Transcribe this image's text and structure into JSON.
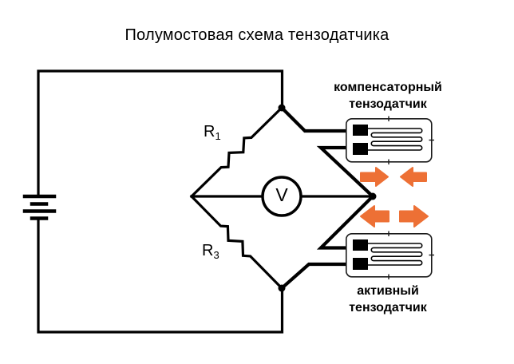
{
  "title": "Полумостовая схема тензодатчика",
  "colors": {
    "line": "#000000",
    "arrow": "#ED7035",
    "background": "#ffffff"
  },
  "bridge": {
    "r1": {
      "name": "R",
      "sub": "1"
    },
    "r3": {
      "name": "R",
      "sub": "3"
    },
    "voltmeter": "V"
  },
  "gauges": {
    "top": {
      "label_line1": "компенсаторный",
      "label_line2": "тензодатчик"
    },
    "bottom": {
      "label_line1": "активный",
      "label_line2": "тензодатчик"
    }
  }
}
